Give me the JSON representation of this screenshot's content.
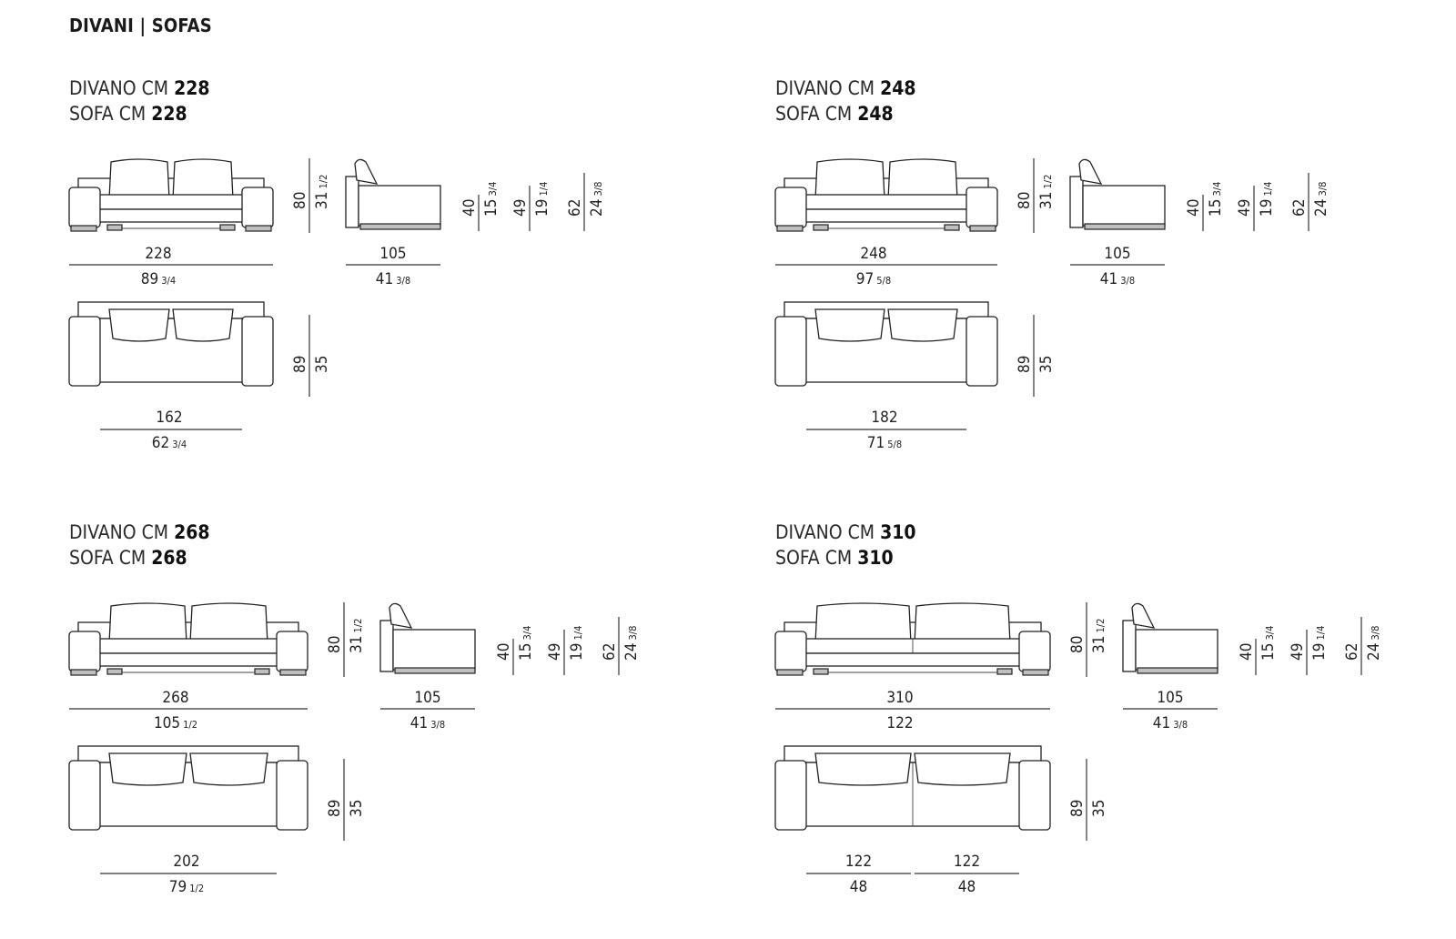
{
  "title": "DIVANI | SOFAS",
  "blocks": [
    {
      "divano_label": "DIVANO CM",
      "sofa_label": "SOFA CM",
      "size": "228",
      "front": {
        "width_cm": "228",
        "width_in": "89",
        "width_in_frac": "3/4",
        "height_cm": "80",
        "height_in": "31",
        "height_in_frac": "1/2"
      },
      "side": {
        "depth_cm": "105",
        "depth_in": "41",
        "depth_in_frac": "3/8",
        "heights": [
          {
            "cm": "40",
            "in": "15",
            "frac": "3/4"
          },
          {
            "cm": "49",
            "in": "19",
            "frac": "1/4"
          },
          {
            "cm": "62",
            "in": "24",
            "frac": "3/8"
          }
        ]
      },
      "plan": {
        "depth_cm": "89",
        "depth_in": "35",
        "seat_widths": [
          {
            "cm": "162",
            "in": "62",
            "frac": "3/4"
          }
        ]
      }
    },
    {
      "divano_label": "DIVANO CM",
      "sofa_label": "SOFA CM",
      "size": "248",
      "front": {
        "width_cm": "248",
        "width_in": "97",
        "width_in_frac": "5/8",
        "height_cm": "80",
        "height_in": "31",
        "height_in_frac": "1/2"
      },
      "side": {
        "depth_cm": "105",
        "depth_in": "41",
        "depth_in_frac": "3/8",
        "heights": [
          {
            "cm": "40",
            "in": "15",
            "frac": "3/4"
          },
          {
            "cm": "49",
            "in": "19",
            "frac": "1/4"
          },
          {
            "cm": "62",
            "in": "24",
            "frac": "3/8"
          }
        ]
      },
      "plan": {
        "depth_cm": "89",
        "depth_in": "35",
        "seat_widths": [
          {
            "cm": "182",
            "in": "71",
            "frac": "5/8"
          }
        ]
      }
    },
    {
      "divano_label": "DIVANO CM",
      "sofa_label": "SOFA CM",
      "size": "268",
      "front": {
        "width_cm": "268",
        "width_in": "105",
        "width_in_frac": "1/2",
        "height_cm": "80",
        "height_in": "31",
        "height_in_frac": "1/2"
      },
      "side": {
        "depth_cm": "105",
        "depth_in": "41",
        "depth_in_frac": "3/8",
        "heights": [
          {
            "cm": "40",
            "in": "15",
            "frac": "3/4"
          },
          {
            "cm": "49",
            "in": "19",
            "frac": "1/4"
          },
          {
            "cm": "62",
            "in": "24",
            "frac": "3/8"
          }
        ]
      },
      "plan": {
        "depth_cm": "89",
        "depth_in": "35",
        "seat_widths": [
          {
            "cm": "202",
            "in": "79",
            "frac": "1/2"
          }
        ]
      }
    },
    {
      "divano_label": "DIVANO CM",
      "sofa_label": "SOFA CM",
      "size": "310",
      "front": {
        "width_cm": "310",
        "width_in": "122",
        "width_in_frac": "",
        "height_cm": "80",
        "height_in": "31",
        "height_in_frac": "1/2"
      },
      "side": {
        "depth_cm": "105",
        "depth_in": "41",
        "depth_in_frac": "3/8",
        "heights": [
          {
            "cm": "40",
            "in": "15",
            "frac": "3/4"
          },
          {
            "cm": "49",
            "in": "19",
            "frac": "1/4"
          },
          {
            "cm": "62",
            "in": "24",
            "frac": "3/8"
          }
        ]
      },
      "plan": {
        "depth_cm": "89",
        "depth_in": "35",
        "seat_widths": [
          {
            "cm": "122",
            "in": "48",
            "frac": ""
          },
          {
            "cm": "122",
            "in": "48",
            "frac": ""
          }
        ]
      }
    }
  ]
}
